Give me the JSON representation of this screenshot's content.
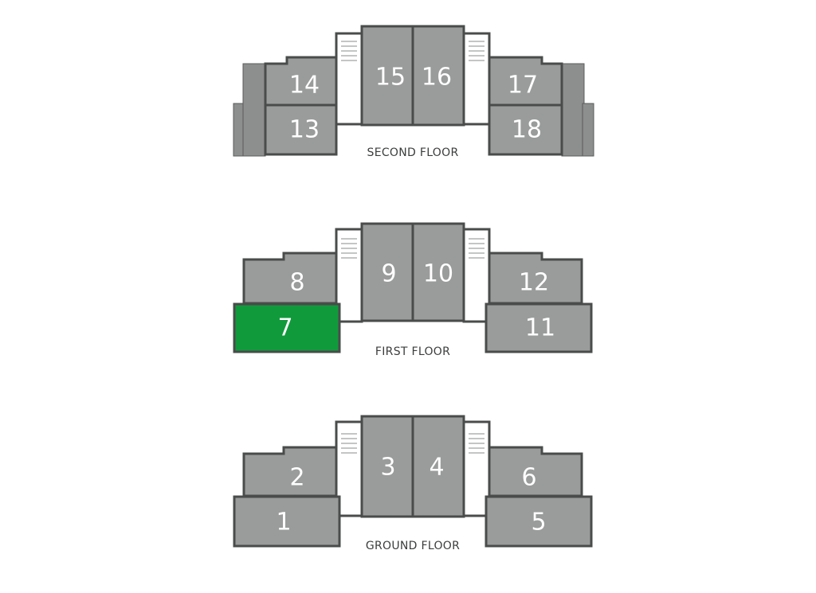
{
  "accent": "#109a3c",
  "unit_color": "#9a9b9b",
  "wall_color": "#4a4b4b",
  "floors": {
    "second": {
      "label": "SECOND FLOOR",
      "units": {
        "u13": "13",
        "u14": "14",
        "u15": "15",
        "u16": "16",
        "u17": "17",
        "u18": "18"
      }
    },
    "first": {
      "label": "FIRST FLOOR",
      "units": {
        "u7": "7",
        "u8": "8",
        "u9": "9",
        "u10": "10",
        "u11": "11",
        "u12": "12"
      }
    },
    "ground": {
      "label": "GROUND FLOOR",
      "units": {
        "u1": "1",
        "u2": "2",
        "u3": "3",
        "u4": "4",
        "u5": "5",
        "u6": "6"
      }
    }
  },
  "selected_unit": "7"
}
